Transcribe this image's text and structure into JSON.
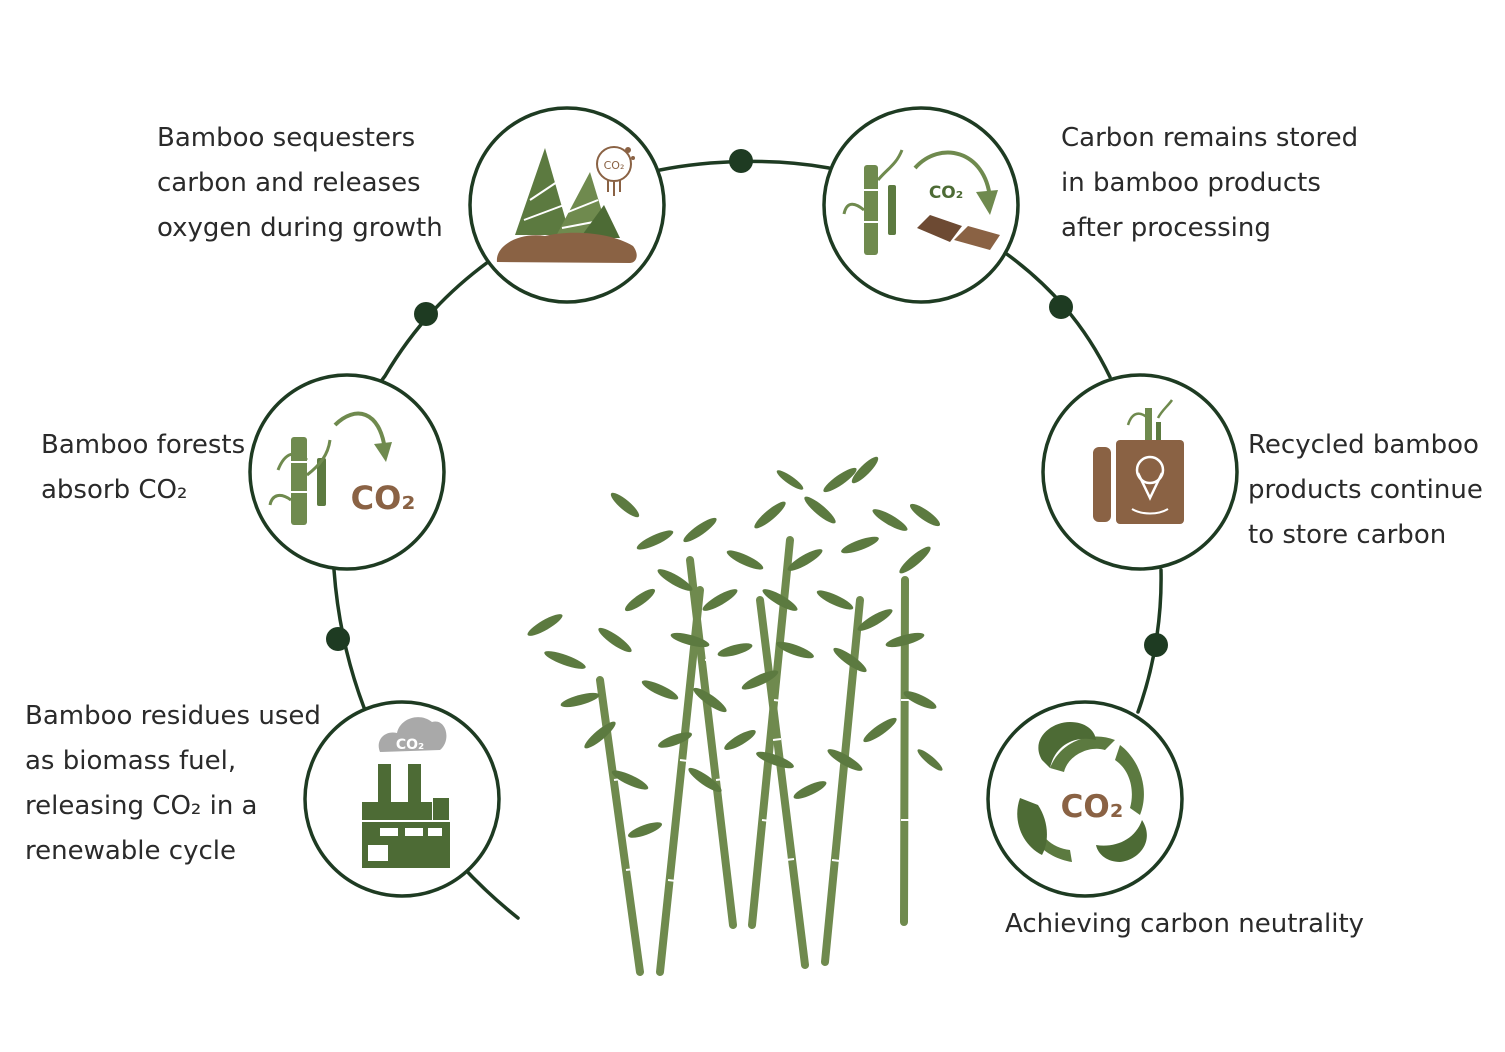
{
  "colors": {
    "ring": "#1e3b22",
    "bamboo_green": "#6f8a4e",
    "bamboo_dark": "#4d6b35",
    "earth_brown": "#8a6244",
    "smoke_gray": "#a9a9a9",
    "text": "#2a2a2a"
  },
  "stages": [
    {
      "id": "growth",
      "icon": "bamboo-shoots-icon",
      "icon_label": "CO₂",
      "lines": [
        "Bamboo sequesters",
        "carbon and releases",
        "oxygen during growth"
      ]
    },
    {
      "id": "absorb",
      "icon": "bamboo-absorb-co2-icon",
      "icon_label": "CO₂",
      "lines": [
        "Bamboo forests",
        "absorb CO₂"
      ]
    },
    {
      "id": "biomass",
      "icon": "factory-icon",
      "icon_label": "CO₂",
      "lines": [
        "Bamboo residues used",
        "as biomass fuel,",
        "releasing CO₂ in a",
        "renewable cycle"
      ]
    },
    {
      "id": "stored",
      "icon": "bamboo-products-icon",
      "icon_label": "CO₂",
      "lines": [
        "Carbon remains stored",
        "in bamboo products",
        "after processing"
      ]
    },
    {
      "id": "recycled",
      "icon": "recycled-bag-icon",
      "icon_label": "",
      "lines": [
        "Recycled bamboo",
        "products continue",
        "to store carbon"
      ]
    },
    {
      "id": "neutral",
      "icon": "recycle-leaves-icon",
      "icon_label": "CO₂",
      "lines": [
        "Achieving carbon neutrality"
      ]
    }
  ]
}
